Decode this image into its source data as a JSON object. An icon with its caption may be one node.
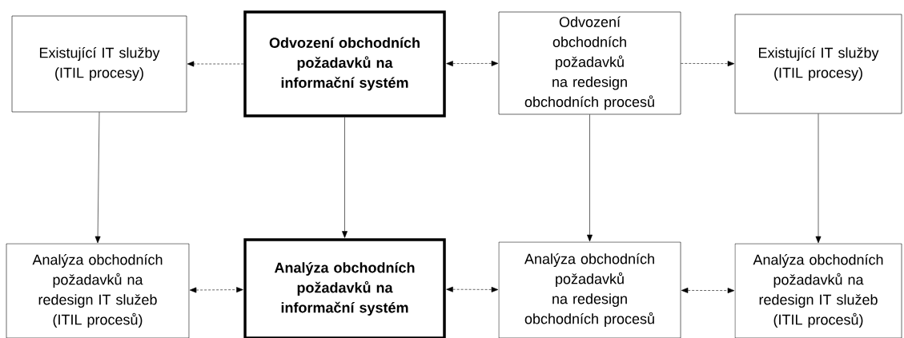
{
  "diagram": {
    "nodes": [
      {
        "text": [
          "Existující IT služby (ITIL procesy)"
        ]
      },
      {
        "text": [
          "Odvození obchodních požadavků na informační systém"
        ]
      },
      {
        "text": [
          "Odvození obchodních požadavků na redesign obchodních procesů"
        ]
      },
      {
        "text": [
          "Existující IT služby (ITIL procesy)"
        ]
      },
      {
        "text": [
          "Analýza obchodních požadavků na redesign IT služeb (ITIL procesů)"
        ]
      },
      {
        "text": [
          "Analýza obchodních požadavků na informační systém"
        ]
      },
      {
        "text": [
          "Analýza obchodních požadavků na redesign obchodních procesů"
        ]
      },
      {
        "text": [
          "Analýza obchodních požadavků na redesign IT služeb (ITIL procesů)"
        ]
      }
    ],
    "edges": [
      {
        "from": 1,
        "to": 0,
        "arrow": "to",
        "style": "dashed"
      },
      {
        "from": 1,
        "to": 2,
        "arrow": "both",
        "style": "dashed"
      },
      {
        "from": 2,
        "to": 3,
        "arrow": "to",
        "style": "dashed"
      },
      {
        "from": 0,
        "to": 4,
        "arrow": "to"
      },
      {
        "from": 1,
        "to": 5,
        "arrow": "to"
      },
      {
        "from": 2,
        "to": 6,
        "arrow": "to"
      },
      {
        "from": 3,
        "to": 7,
        "arrow": "to"
      },
      {
        "from": 4,
        "to": 5,
        "arrow": "both",
        "style": "dashed"
      },
      {
        "from": 5,
        "to": 6,
        "arrow": "both",
        "style": "dashed"
      },
      {
        "from": 6,
        "to": 7,
        "arrow": "both",
        "style": "dashed"
      }
    ]
  }
}
